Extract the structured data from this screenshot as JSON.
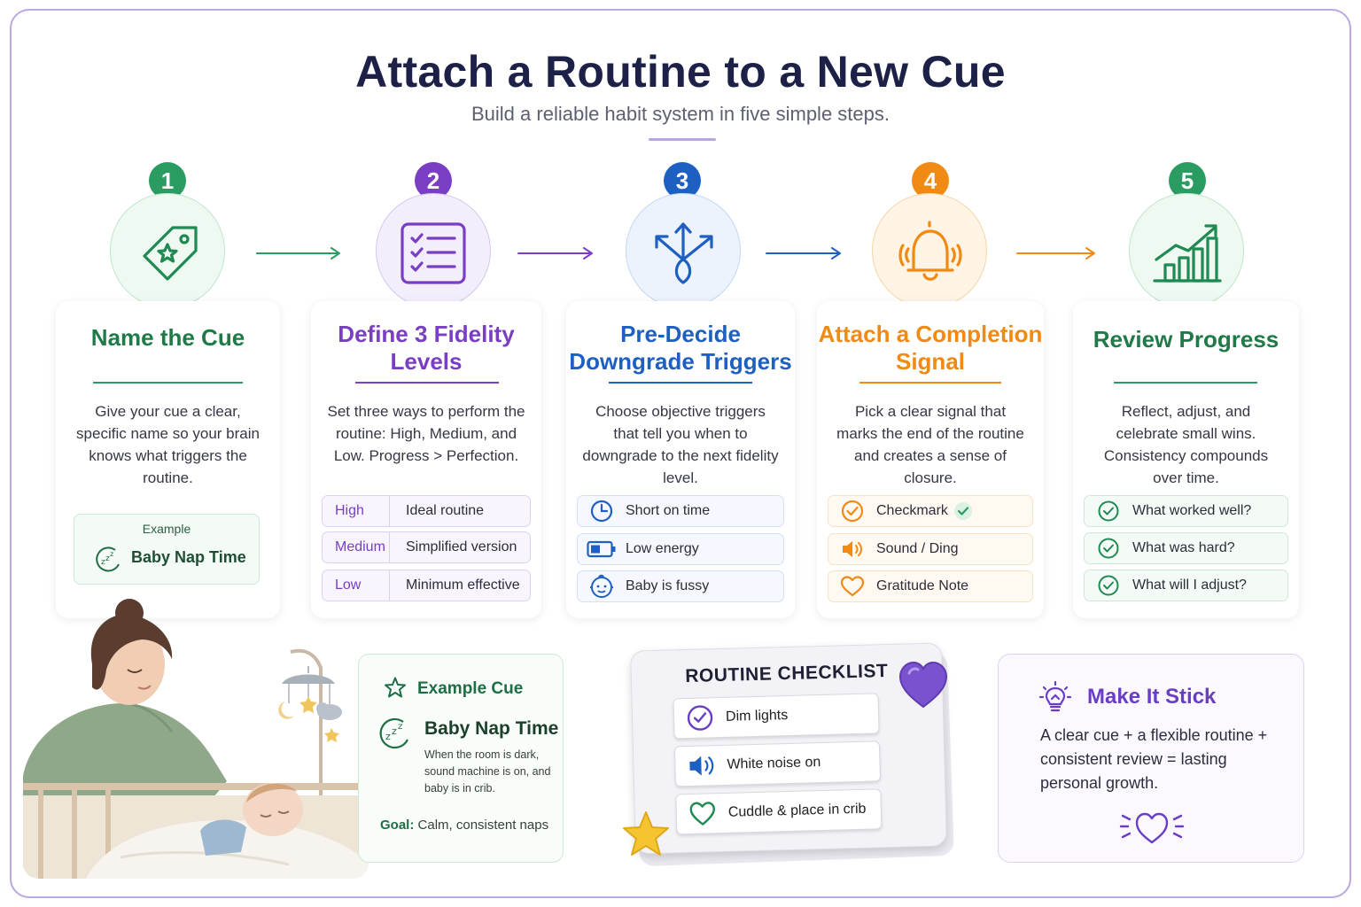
{
  "header": {
    "title": "Attach a Routine to a New Cue",
    "subtitle": "Build a reliable habit system in five simple steps."
  },
  "colors": {
    "green": "#1f8a52",
    "purple": "#7a3ec4",
    "blue": "#1e5fc2",
    "orange": "#f08a12",
    "frame": "#b9a8e3"
  },
  "steps": [
    {
      "number": "1",
      "title": "Name the Cue",
      "icon": "tag-star-icon",
      "description": "Give your cue a clear, specific name so your brain knows what triggers the routine.",
      "example_label": "Example",
      "example_value": "Baby Nap Time"
    },
    {
      "number": "2",
      "title_line1": "Define 3 Fidelity",
      "title_line2": "Levels",
      "icon": "checklist-icon",
      "description": "Set three ways to perform the routine: High, Medium, and Low. Progress > Perfection.",
      "levels": [
        {
          "level": "High",
          "text": "Ideal routine"
        },
        {
          "level": "Medium",
          "text": "Simplified version"
        },
        {
          "level": "Low",
          "text": "Minimum effective"
        }
      ]
    },
    {
      "number": "3",
      "title_line1": "Pre-Decide",
      "title_line2": "Downgrade Triggers",
      "icon": "branching-arrows-icon",
      "description": "Choose objective triggers that tell you when to downgrade to the next fidelity level.",
      "triggers": [
        {
          "icon": "clock-icon",
          "text": "Short on time"
        },
        {
          "icon": "battery-low-icon",
          "text": "Low energy"
        },
        {
          "icon": "baby-face-icon",
          "text": "Baby is fussy"
        }
      ]
    },
    {
      "number": "4",
      "title_line1": "Attach a Completion",
      "title_line2": "Signal",
      "icon": "ringing-bell-icon",
      "description": "Pick a clear signal that marks the end of the routine and creates a sense of closure.",
      "signals": [
        {
          "icon": "check-circle-icon",
          "text": "Checkmark"
        },
        {
          "icon": "speaker-icon",
          "text": "Sound / Ding"
        },
        {
          "icon": "heart-icon",
          "text": "Gratitude Note"
        }
      ]
    },
    {
      "number": "5",
      "title": "Review Progress",
      "icon": "growth-chart-icon",
      "description": "Reflect, adjust, and celebrate small wins. Consistency compounds over time.",
      "questions": [
        {
          "icon": "check-circle-icon",
          "text": "What worked well?"
        },
        {
          "icon": "check-circle-icon",
          "text": "What was hard?"
        },
        {
          "icon": "check-circle-icon",
          "text": "What will I adjust?"
        }
      ]
    }
  ],
  "example_cue": {
    "heading": "Example Cue",
    "name": "Baby Nap Time",
    "description": "When the room is dark, sound machine is on, and baby is in crib.",
    "goal_label": "Goal:",
    "goal_text": "Calm, consistent naps"
  },
  "checklist": {
    "title": "ROUTINE CHECKLIST",
    "items": [
      {
        "icon": "check-circle-icon",
        "text": "Dim lights"
      },
      {
        "icon": "speaker-icon",
        "text": "White noise on"
      },
      {
        "icon": "heart-icon",
        "text": "Cuddle & place in crib"
      }
    ]
  },
  "make_it_stick": {
    "heading": "Make It Stick",
    "text": "A clear cue + a flexible routine + consistent review = lasting personal growth."
  }
}
